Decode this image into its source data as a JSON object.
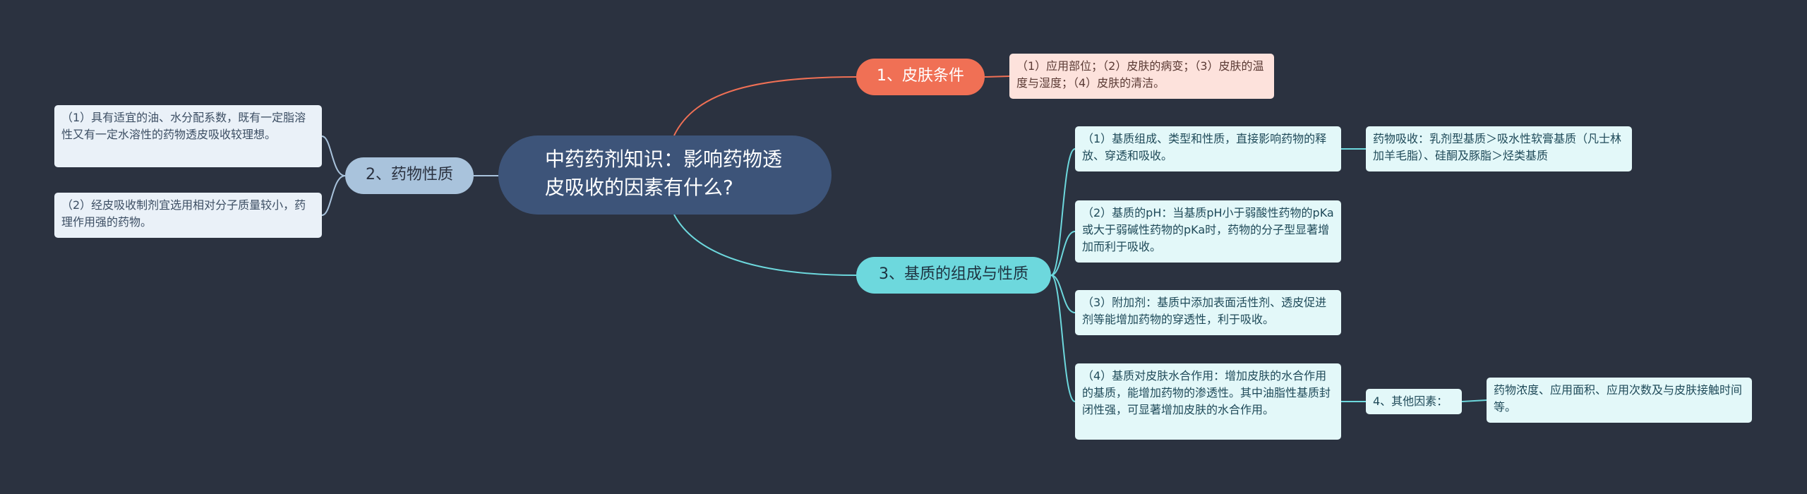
{
  "colors": {
    "background": "#2b3240",
    "root": "#3d5479",
    "branch_skin": "#f07055",
    "branch_drug": "#a9c3dc",
    "branch_base": "#6dd8dd"
  },
  "root": {
    "title": "中药药剂知识：影响药物透皮吸收的因素有什么?"
  },
  "branches": {
    "skin": {
      "label": "1、皮肤条件",
      "items": [
        "（1）应用部位；（2）皮肤的病变；（3）皮肤的温度与湿度；（4）皮肤的清洁。"
      ]
    },
    "drug": {
      "label": "2、药物性质",
      "items": [
        "（1）具有适宜的油、水分配系数，既有一定脂溶性又有一定水溶性的药物透皮吸收较理想。",
        "（2）经皮吸收制剂宜选用相对分子质量较小，药理作用强的药物。"
      ]
    },
    "base": {
      "label": "3、基质的组成与性质",
      "items": [
        "（1）基质组成、类型和性质，直接影响药物的释放、穿透和吸收。",
        "（2）基质的pH：当基质pH小于弱酸性药物的pKa或大于弱碱性药物的pKa时，药物的分子型显著增加而利于吸收。",
        "（3）附加剂：基质中添加表面活性剂、透皮促进剂等能增加药物的穿透性，利于吸收。",
        "（4）基质对皮肤水合作用：增加皮肤的水合作用的基质，能增加药物的渗透性。其中油脂性基质封闭性强，可显著增加皮肤的水合作用。"
      ],
      "sub_absorption": "药物吸收：乳剂型基质＞吸水性软膏基质（凡士林加羊毛脂）、硅酮及豚脂＞烃类基质",
      "other_label": "4、其他因素：",
      "other_detail": "药物浓度、应用面积、应用次数及与皮肤接触时间等。"
    }
  }
}
